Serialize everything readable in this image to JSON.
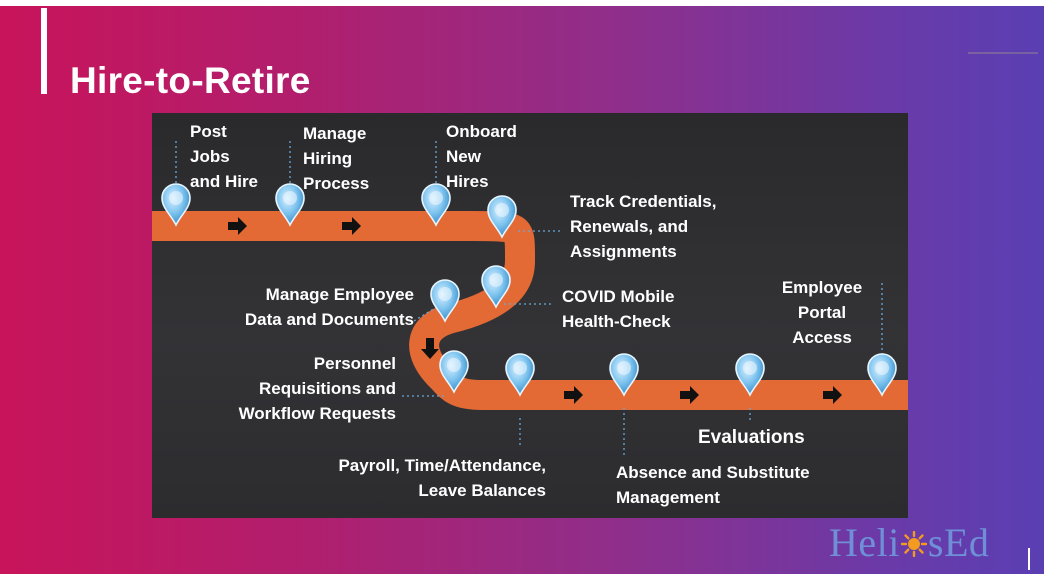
{
  "slide": {
    "title": "Hire-to-Retire"
  },
  "roadmap": {
    "stages": [
      "Post\nJobs\nand Hire",
      "Manage\nHiring\nProcess",
      "Onboard\nNew\nHires",
      "Track Credentials,\nRenewals, and\nAssignments",
      "COVID Mobile\nHealth-Check",
      "Manage Employee\nData and Documents",
      "Personnel\nRequisitions and\nWorkflow Requests",
      "Payroll, Time/Attendance,\nLeave Balances",
      "Absence and Substitute\nManagement",
      "Evaluations",
      "Employee\nPortal\nAccess"
    ]
  },
  "brand": {
    "logo_text_before": "Heli",
    "logo_text_after": "sEd"
  },
  "colors": {
    "road": "#e36a35",
    "pin": "#7fc4ef",
    "arrow": "#111111",
    "logo": "#6f8fd6",
    "sun": "#f39a21"
  }
}
